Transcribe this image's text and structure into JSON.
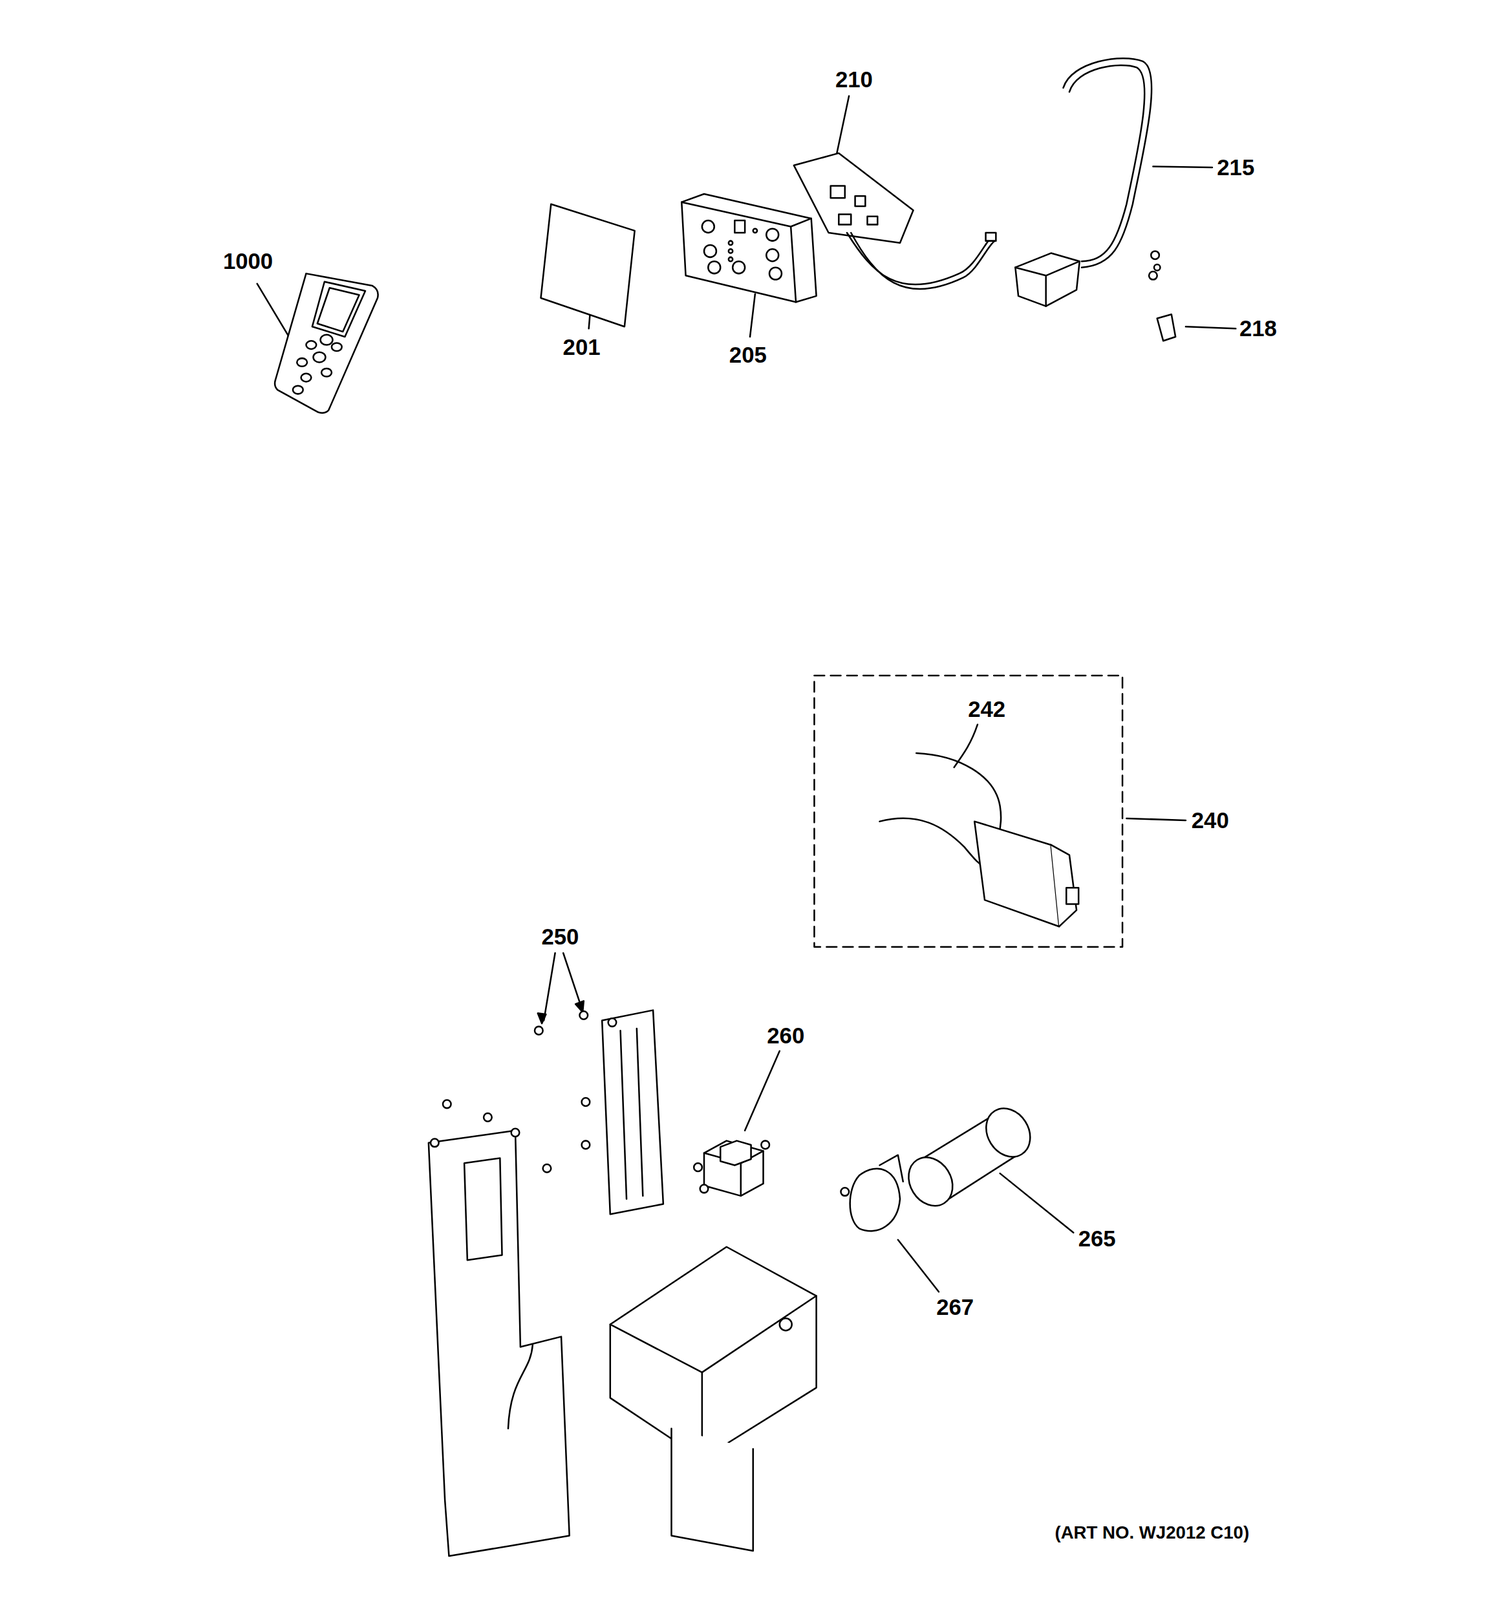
{
  "diagram": {
    "labels": [
      "1000",
      "201",
      "205",
      "210",
      "215",
      "218",
      "242",
      "240",
      "250",
      "260",
      "265",
      "267",
      "(ART NO. WJ2012 C10)"
    ]
  }
}
